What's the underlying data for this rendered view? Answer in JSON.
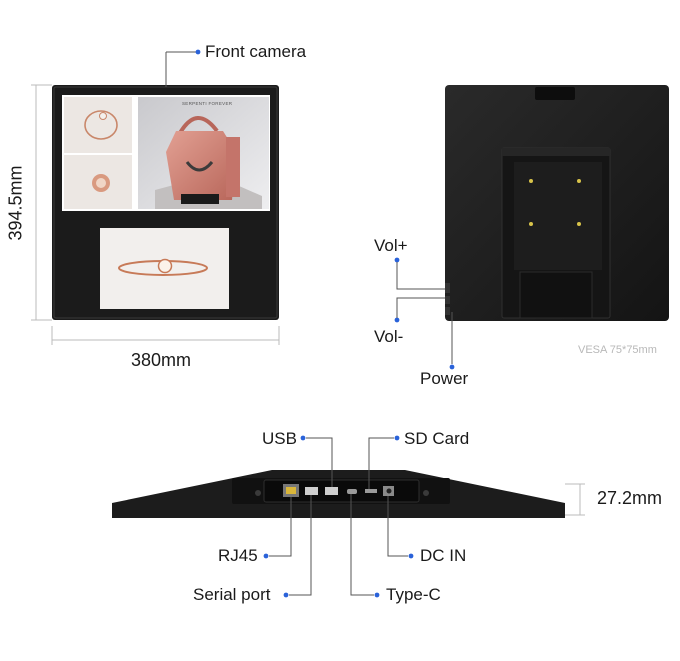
{
  "front_view": {
    "front_camera_label": "Front camera",
    "height_label": "394.5mm",
    "width_label": "380mm",
    "screen_caption": "SERPENTI FOREVER"
  },
  "back_view": {
    "vol_plus_label": "Vol+",
    "vol_minus_label": "Vol-",
    "power_label": "Power",
    "vesa_label": "VESA 75*75mm"
  },
  "bottom_view": {
    "usb_label": "USB",
    "sd_card_label": "SD Card",
    "depth_label": "27.2mm",
    "rj45_label": "RJ45",
    "dc_in_label": "DC IN",
    "serial_port_label": "Serial port",
    "type_c_label": "Type-C"
  },
  "colors": {
    "callout_blue": "#2a62d9",
    "device_black": "#1b1b1b",
    "bag_pink": "#d3857a"
  }
}
